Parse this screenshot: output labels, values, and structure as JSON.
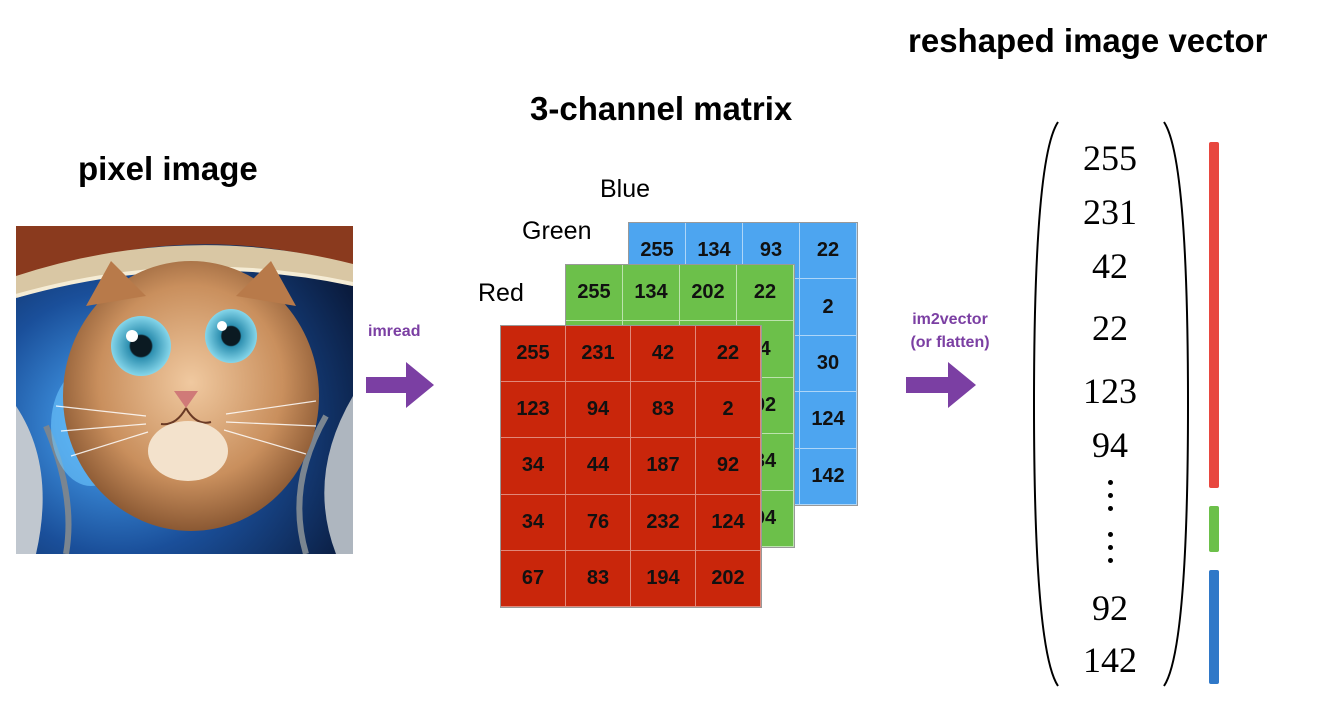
{
  "titles": {
    "pixel_image": "pixel image",
    "matrix": "3-channel matrix",
    "vector": "reshaped image vector"
  },
  "arrows": {
    "imread": "imread",
    "im2vector_line1": "im2vector",
    "im2vector_line2": "(or flatten)",
    "arrow_color": "#7b3fa3"
  },
  "channels": {
    "blue": {
      "label": "Blue",
      "color": "#4da5f0",
      "rows": [
        [
          "255",
          "134",
          "93",
          "22"
        ],
        [
          "",
          "",
          "",
          "2"
        ],
        [
          "",
          "",
          "",
          "30"
        ],
        [
          "",
          "",
          "",
          "124"
        ],
        [
          "",
          "",
          "",
          "142"
        ]
      ]
    },
    "green": {
      "label": "Green",
      "color": "#6cc04a",
      "rows": [
        [
          "255",
          "134",
          "202",
          "22"
        ],
        [
          "",
          "",
          "",
          "4"
        ],
        [
          "",
          "",
          "",
          "92"
        ],
        [
          "",
          "",
          "",
          "34"
        ],
        [
          "",
          "",
          "",
          "94"
        ]
      ]
    },
    "red": {
      "label": "Red",
      "color": "#c9260b",
      "rows": [
        [
          "255",
          "231",
          "42",
          "22"
        ],
        [
          "123",
          "94",
          "83",
          "2"
        ],
        [
          "34",
          "44",
          "187",
          "92"
        ],
        [
          "34",
          "76",
          "232",
          "124"
        ],
        [
          "67",
          "83",
          "194",
          "202"
        ]
      ]
    }
  },
  "vector": {
    "values_top": [
      "255",
      "231",
      "42",
      "22",
      "123",
      "94"
    ],
    "values_bottom": [
      "92",
      "142"
    ],
    "segment_colors": [
      "#e8473f",
      "#6cc04a",
      "#2f78c8"
    ]
  }
}
